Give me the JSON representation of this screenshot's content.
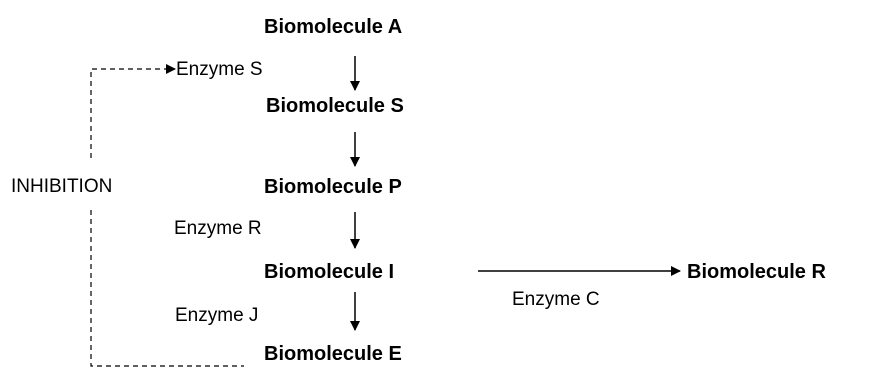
{
  "nodes": {
    "a": "Biomolecule A",
    "s": "Biomolecule S",
    "p": "Biomolecule P",
    "i": "Biomolecule I",
    "e": "Biomolecule E",
    "r": "Biomolecule R"
  },
  "enzymes": {
    "s": "Enzyme S",
    "r": "Enzyme R",
    "j": "Enzyme J",
    "c": "Enzyme C"
  },
  "feedback_label": "INHIBITION"
}
